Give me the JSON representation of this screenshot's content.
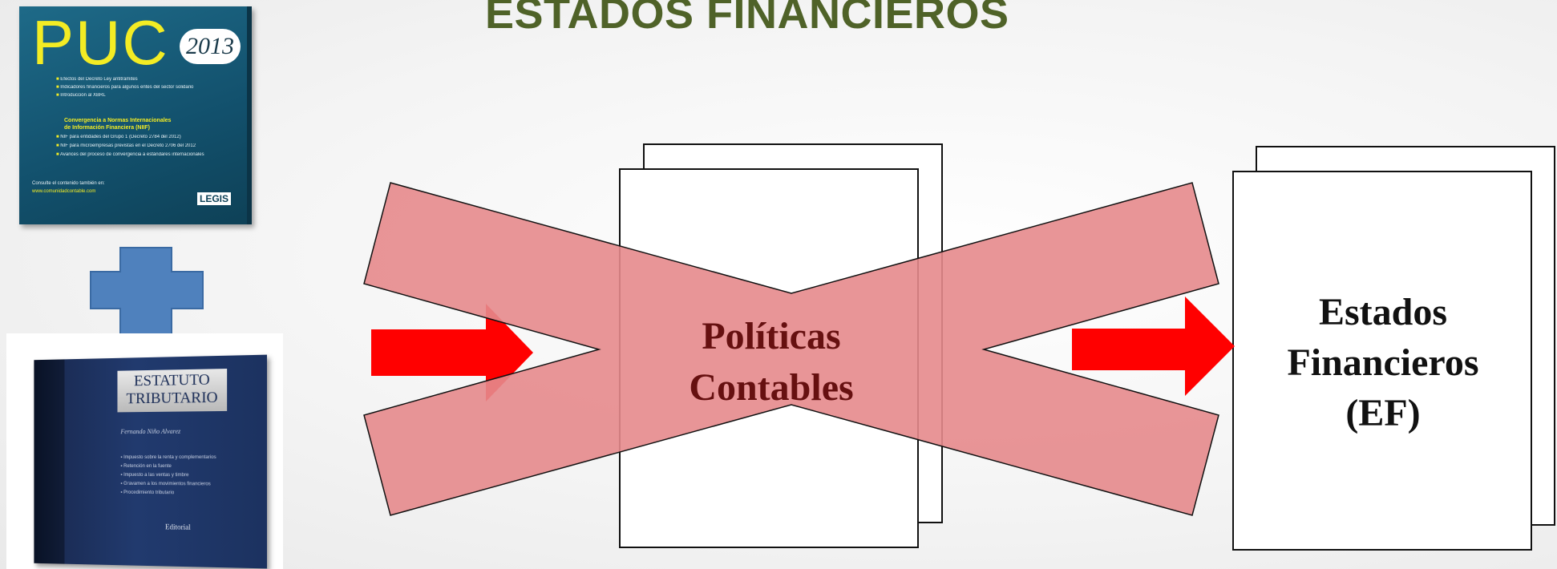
{
  "slide": {
    "title": "ESTADOS FINANCIEROS"
  },
  "books": {
    "puc": {
      "letters": "PUC",
      "year": "2013",
      "bullets": [
        "Efectos del Decreto Ley antitrámites",
        "Indicadores financieros para algunos entes del sector solidario",
        "Introducción al XBRL"
      ],
      "subtitle_line1": "Convergencia a Normas Internacionales",
      "subtitle_line2": "de Información Financiera (NIIF)",
      "bullets2": [
        "NIF para entidades del Grupo 1 (Decreto 2784 del 2012)",
        "NIF para microempresas previstas en el Decreto 2706 del 2012",
        "Avances del proceso de convergencia a estándares internacionales"
      ],
      "footer": "Consulte el contenido también en:",
      "url": "www.comunidadcontable.com",
      "publisher": "LEGIS"
    },
    "estatuto": {
      "label_line1": "ESTATUTO",
      "label_line2": "TRIBUTARIO",
      "author": "Fernando Niño Alvarez",
      "items": [
        "Impuesto sobre la renta y complementarios",
        "Retención en la fuente",
        "Impuesto a las ventas y timbre",
        "Gravamen a los movimientos financieros",
        "Procedimiento tributario"
      ],
      "brand": "Editorial"
    }
  },
  "diagram": {
    "policies_line1": "Políticas",
    "policies_line2": "Contables",
    "statements_line1": "Estados",
    "statements_line2": "Financieros",
    "statements_line3": "(EF)"
  },
  "colors": {
    "title": "#4f6228",
    "plus": "#4f81bd",
    "arrow": "#ff0000",
    "cross": "#e68a8c",
    "policies_text": "#661010"
  }
}
